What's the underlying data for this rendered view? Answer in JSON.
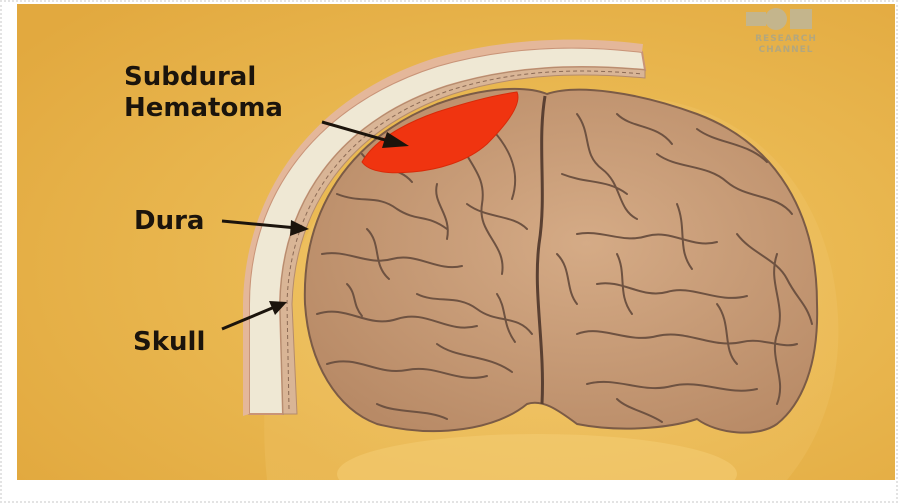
{
  "labels": {
    "hematoma_line1": "Subdural",
    "hematoma_line2": "Hematoma",
    "dura": "Dura",
    "skull": "Skull"
  },
  "watermark": {
    "line1": "RESEARCH",
    "line2": "CHANNEL"
  },
  "colors": {
    "background": "#e7b24a",
    "brain": "#c79a74",
    "sulci": "#6e5241",
    "skull": "#efe8d4",
    "dura": "#d6b08f",
    "hematoma": "#f03410",
    "label_text": "#1b140c"
  }
}
